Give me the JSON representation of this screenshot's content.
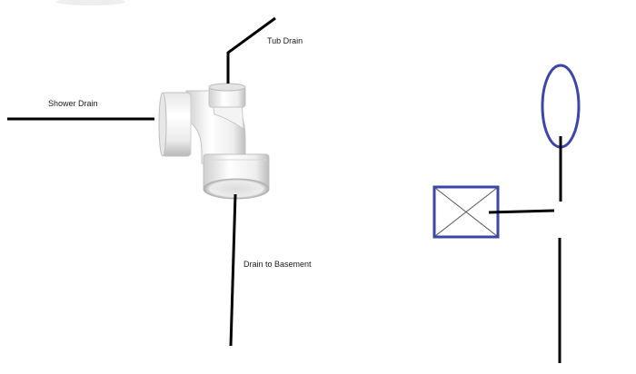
{
  "labels": {
    "tub_drain": "Tub Drain",
    "shower_drain": "Shower Drain",
    "drain_to_basement": "Drain to Basement"
  },
  "colors": {
    "line": "#000000",
    "symbol": "#3b46a8",
    "fitting_body": "#f2f2f2",
    "fitting_shadow": "#b9b9b9"
  }
}
